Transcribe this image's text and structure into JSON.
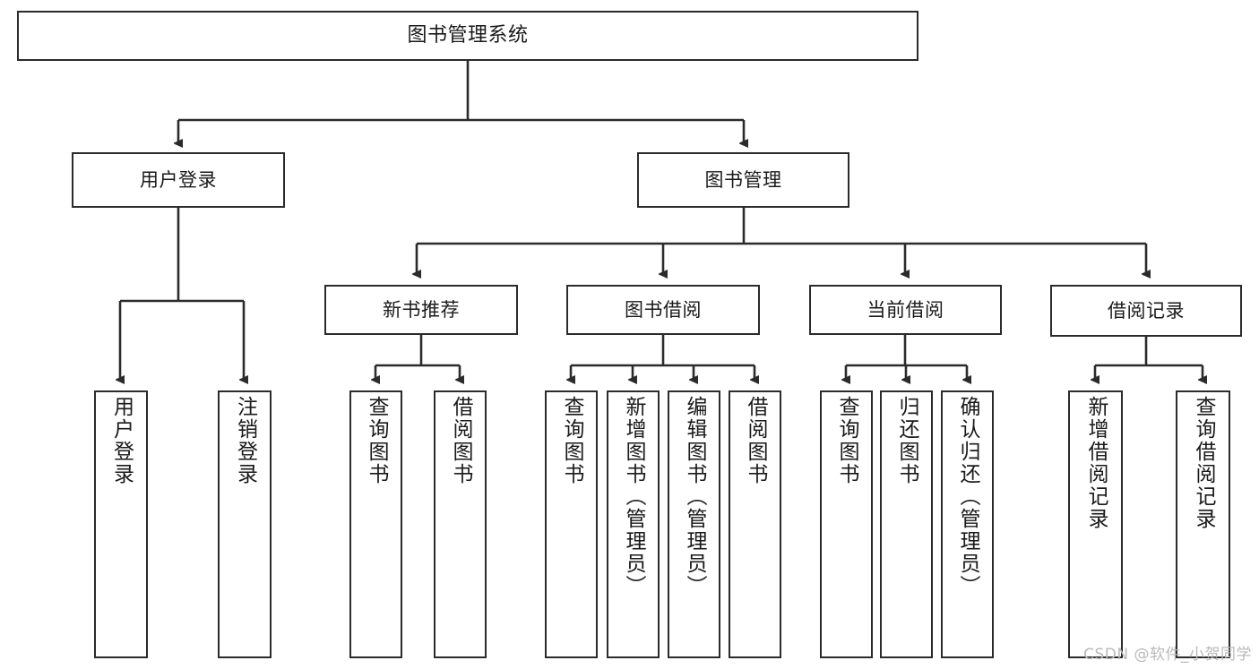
{
  "diagram": {
    "type": "tree",
    "title": "图书管理系统",
    "watermark": "CSDN @软件_小贺同学",
    "colors": {
      "stroke": "#2b2b2b",
      "fill": "#ffffff",
      "text": "#1a1a1a",
      "watermark": "#b9b9b9"
    },
    "root": {
      "label": "图书管理系统"
    },
    "level1": [
      {
        "label": "用户登录"
      },
      {
        "label": "图书管理"
      }
    ],
    "level2": [
      {
        "label": "新书推荐"
      },
      {
        "label": "图书借阅"
      },
      {
        "label": "当前借阅"
      },
      {
        "label": "借阅记录"
      }
    ],
    "leaves": {
      "user_login": [
        {
          "label": "用户登录"
        },
        {
          "label": "注销登录"
        }
      ],
      "new_book": [
        {
          "label": "查询图书"
        },
        {
          "label": "借阅图书"
        }
      ],
      "borrow": [
        {
          "label": "查询图书"
        },
        {
          "label": "新增图书（管理员）"
        },
        {
          "label": "编辑图书（管理员）"
        },
        {
          "label": "借阅图书"
        }
      ],
      "current": [
        {
          "label": "查询图书"
        },
        {
          "label": "归还图书"
        },
        {
          "label": "确认归还（管理员）"
        }
      ],
      "records": [
        {
          "label": "新增借阅记录"
        },
        {
          "label": "查询借阅记录"
        }
      ]
    }
  }
}
